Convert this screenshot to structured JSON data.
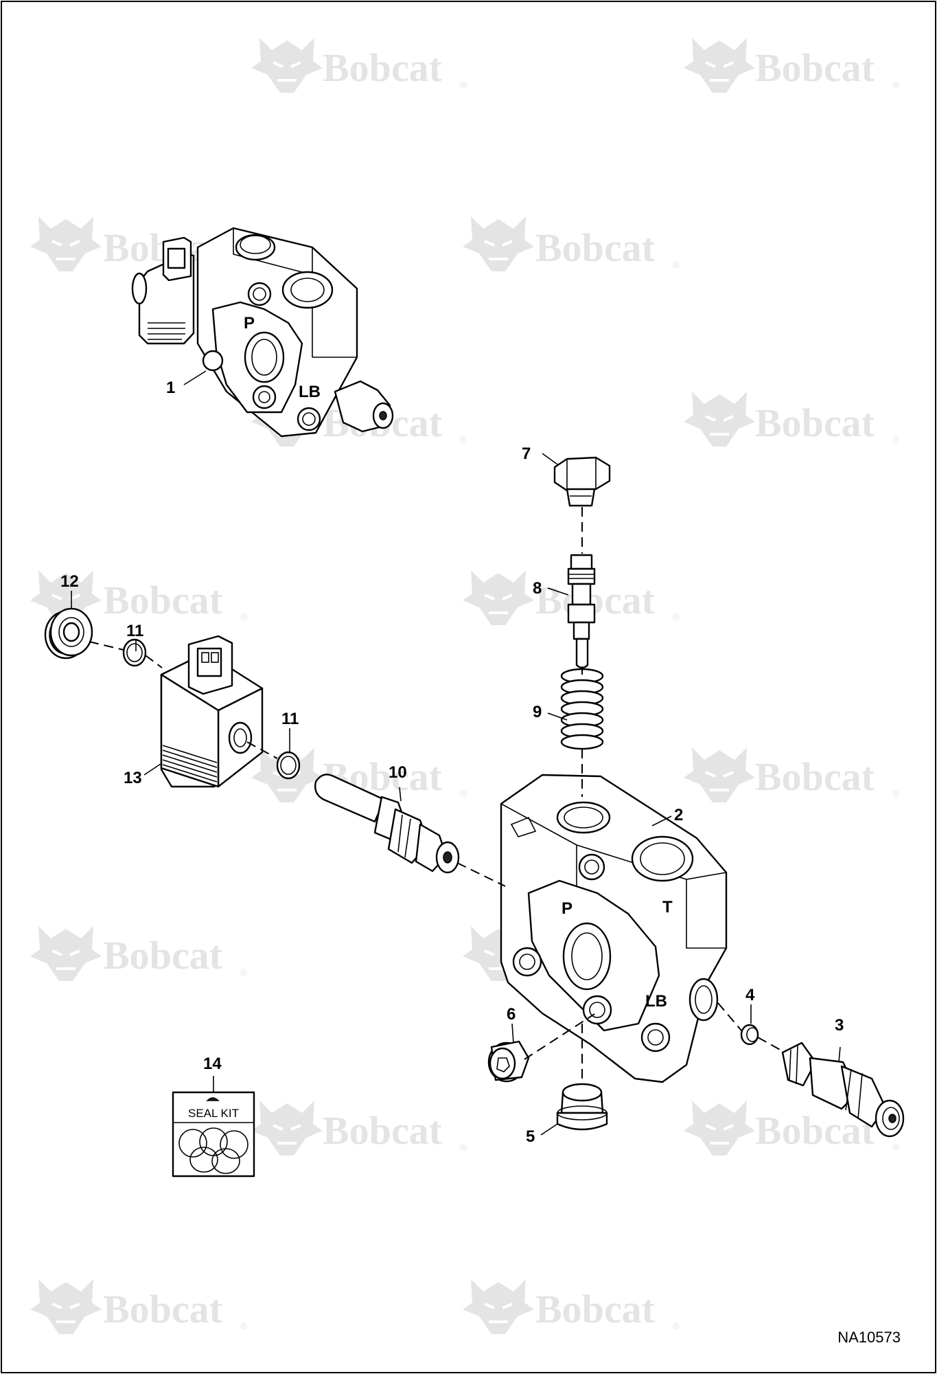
{
  "diagram": {
    "figure_id": "NA10573",
    "watermark_text": "Bobcat",
    "watermark_mark": "®",
    "seal_kit_label": "SEAL KIT",
    "callouts": {
      "c1": "1",
      "c2": "2",
      "c3": "3",
      "c4": "4",
      "c5": "5",
      "c6": "6",
      "c7": "7",
      "c8": "8",
      "c9": "9",
      "c10": "10",
      "c11a": "11",
      "c11b": "11",
      "c12": "12",
      "c13": "13",
      "c14": "14"
    },
    "port_labels": {
      "p_small": "P",
      "lb_small": "LB",
      "p_main": "P",
      "t_main": "T",
      "lb_main": "LB"
    }
  },
  "colors": {
    "line": "#000000",
    "background": "#ffffff",
    "watermark": "#e4e4e4",
    "coil_dark": "#222222"
  }
}
